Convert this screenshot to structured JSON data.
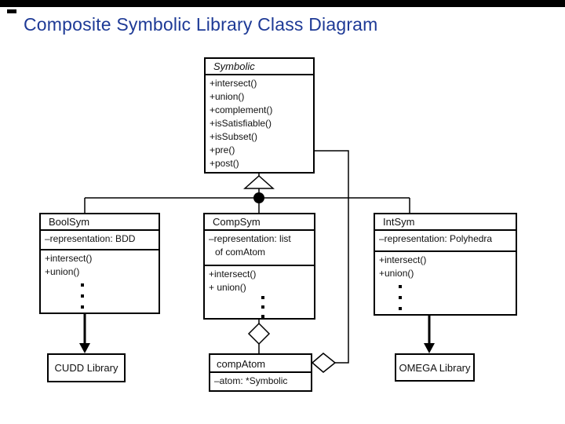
{
  "page": {
    "title": "Composite Symbolic Library Class Diagram",
    "title_color": "#1e3a96",
    "background_color": "#ffffff",
    "top_bar_color": "#000000"
  },
  "classes": {
    "symbolic": {
      "name": "Symbolic",
      "methods": [
        "+intersect()",
        "+union()",
        "+complement()",
        "+isSatisfiable()",
        "+isSubset()",
        "+pre()",
        "+post()"
      ]
    },
    "boolsym": {
      "name": "BoolSym",
      "attributes": [
        "–representation: BDD"
      ],
      "methods": [
        "+intersect()",
        "+union()"
      ]
    },
    "compsym": {
      "name": "CompSym",
      "attributes": [
        "–representation: list",
        "of comAtom"
      ],
      "methods": [
        "+intersect()",
        "+ union()"
      ]
    },
    "intsym": {
      "name": "IntSym",
      "attributes": [
        "–representation: Polyhedra"
      ],
      "methods": [
        "+intersect()",
        "+union()"
      ]
    },
    "compatom": {
      "name": "compAtom",
      "attributes": [
        "–atom: *Symbolic"
      ]
    }
  },
  "libraries": {
    "cudd": "CUDD Library",
    "omega": "OMEGA Library"
  }
}
